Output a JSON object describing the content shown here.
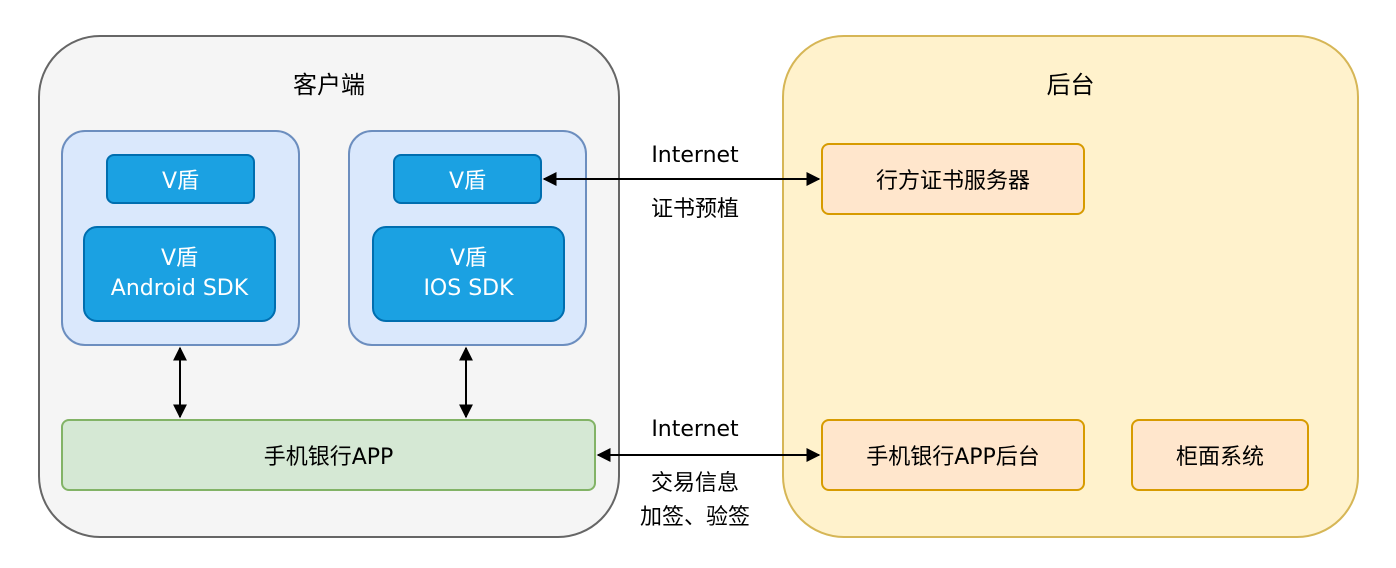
{
  "client": {
    "title": "客户端",
    "android_panel": {
      "vdun": "V盾",
      "sdk_line1": "V盾",
      "sdk_line2": "Android SDK"
    },
    "ios_panel": {
      "vdun": "V盾",
      "sdk_line1": "V盾",
      "sdk_line2": "IOS SDK"
    },
    "app": "手机银行APP"
  },
  "server": {
    "title": "后台",
    "cert_server": "行方证书服务器",
    "app_backend": "手机银行APP后台",
    "counter_system": "柜面系统"
  },
  "links": {
    "top_label": "Internet",
    "top_sublabel": "证书预植",
    "bottom_label": "Internet",
    "bottom_sublabel_1": "交易信息",
    "bottom_sublabel_2": "加签、验签"
  }
}
